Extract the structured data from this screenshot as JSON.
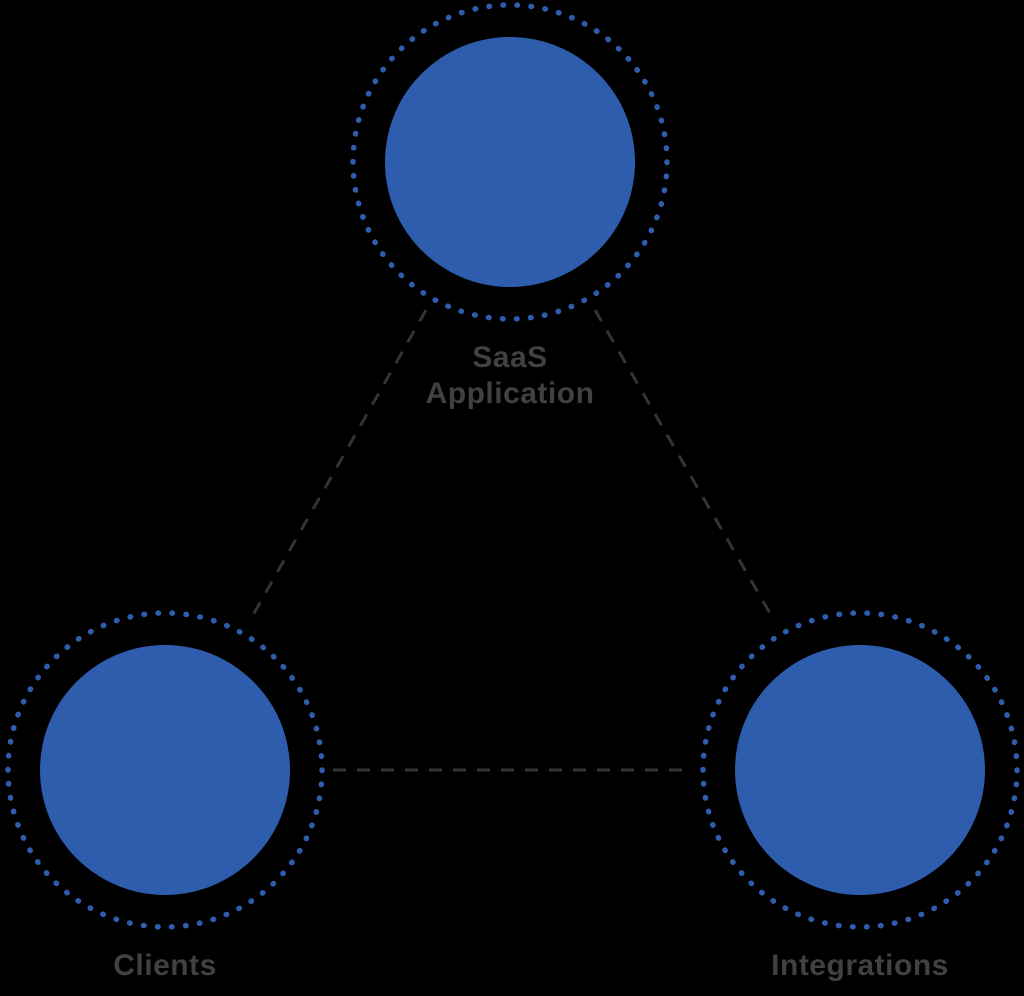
{
  "diagram": {
    "nodes": [
      {
        "id": "saas-application",
        "label": "SaaS Application",
        "position": "top"
      },
      {
        "id": "clients",
        "label": "Clients",
        "position": "bottom-left"
      },
      {
        "id": "integrations",
        "label": "Integrations",
        "position": "bottom-right"
      }
    ],
    "connections": [
      {
        "from": "saas-application",
        "to": "clients",
        "style": "dashed"
      },
      {
        "from": "saas-application",
        "to": "integrations",
        "style": "dashed"
      },
      {
        "from": "clients",
        "to": "integrations",
        "style": "dashed"
      }
    ],
    "colors": {
      "node_fill": "#2e5dad",
      "ring_dotted": "#2e5dad",
      "connector": "#333333",
      "label_text": "#414042",
      "background": "#000000"
    }
  }
}
